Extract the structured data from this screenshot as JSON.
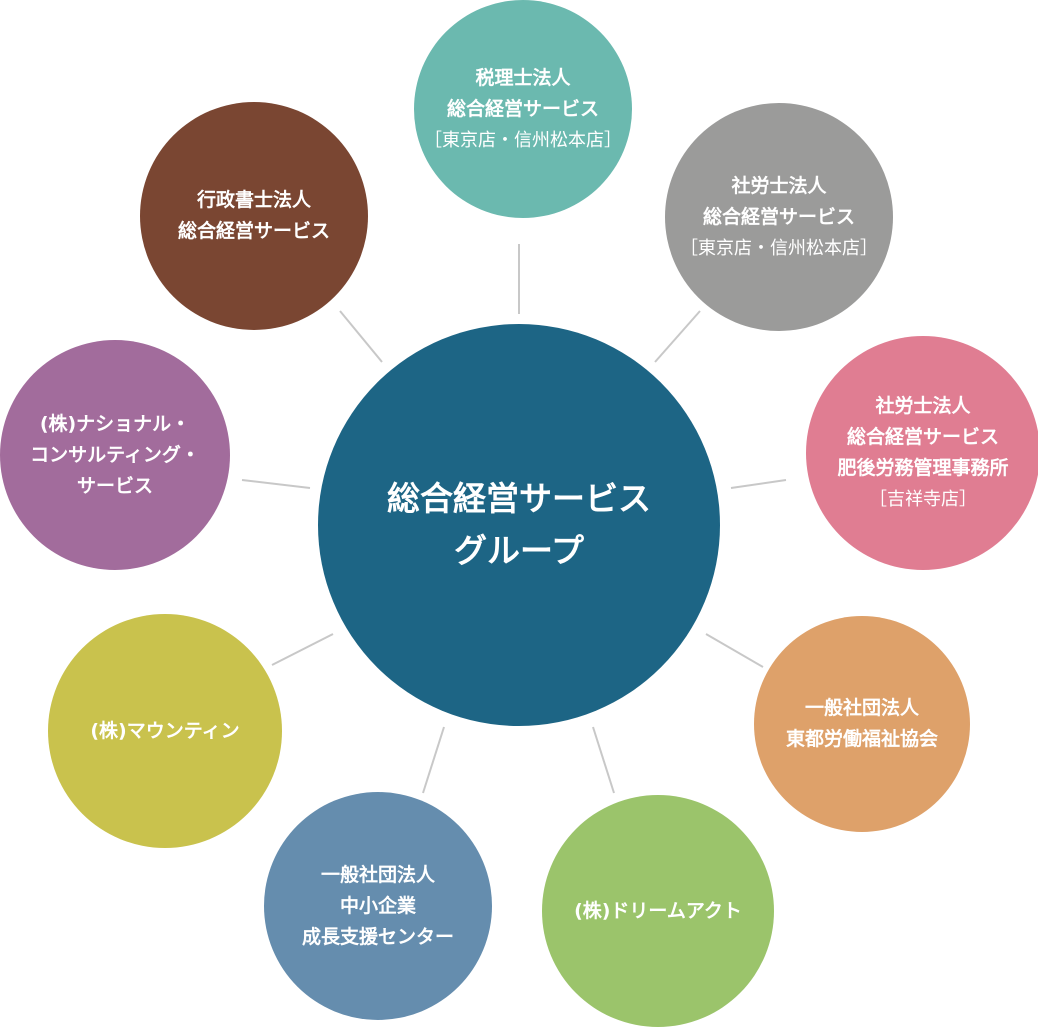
{
  "hub": {
    "lines": [
      "総合経営サービス",
      "グループ"
    ],
    "color": "#1d6585"
  },
  "members": [
    {
      "id": "zeirishi",
      "lines": [
        "税理士法人",
        "総合経営サービス"
      ],
      "sub": [
        "［東京店・信州松本店］"
      ],
      "color": "#6bb9af"
    },
    {
      "id": "sharoushi-tokyo",
      "lines": [
        "社労士法人",
        "総合経営サービス"
      ],
      "sub": [
        "［東京店・信州松本店］"
      ],
      "color": "#9b9b9a"
    },
    {
      "id": "sharoushi-higo",
      "lines": [
        "社労士法人",
        "総合経営サービス",
        "肥後労務管理事務所"
      ],
      "sub": [
        "［吉祥寺店］"
      ],
      "color": "#e07d92"
    },
    {
      "id": "roufuku",
      "lines": [
        "一般社団法人",
        "東都労働福祉協会"
      ],
      "sub": [],
      "color": "#dea16a"
    },
    {
      "id": "dreamact",
      "lines": [
        "(株)ドリームアクト"
      ],
      "sub": [],
      "color": "#9bc46b"
    },
    {
      "id": "chusho",
      "lines": [
        "一般社団法人",
        "中小企業",
        "成長支援センター"
      ],
      "sub": [],
      "color": "#658dae"
    },
    {
      "id": "mountain",
      "lines": [
        "(株)マウンティン"
      ],
      "sub": [],
      "color": "#c9c24d"
    },
    {
      "id": "national",
      "lines": [
        "(株)ナショナル・",
        "コンサルティング・",
        "サービス"
      ],
      "sub": [],
      "color": "#a26c9c"
    },
    {
      "id": "gyosei",
      "lines": [
        "行政書士法人",
        "総合経営サービス"
      ],
      "sub": [],
      "color": "#7a4632"
    }
  ],
  "connector_color": "#c8c8c8"
}
